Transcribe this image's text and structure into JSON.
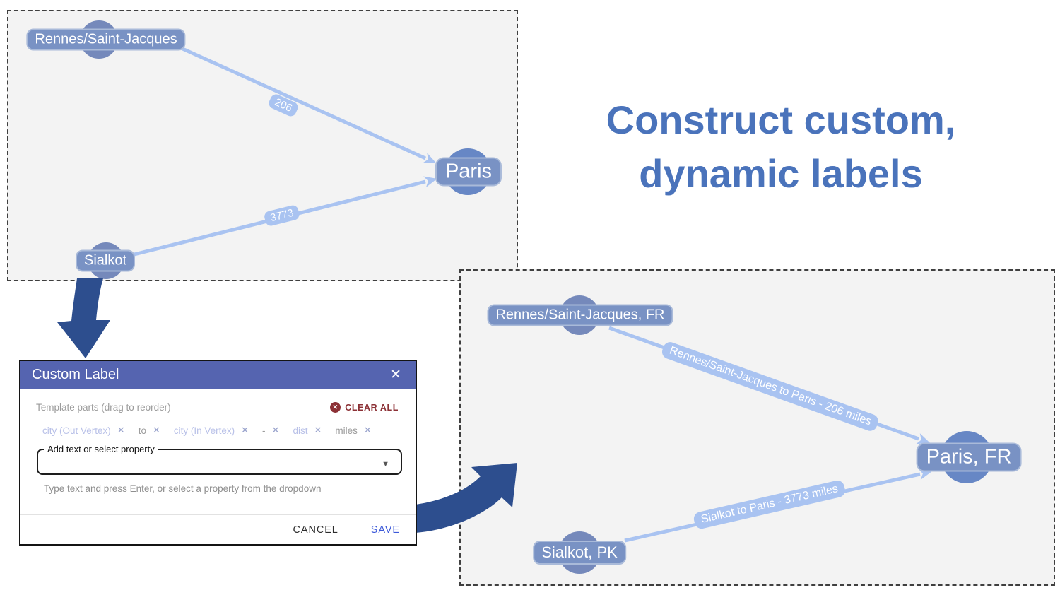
{
  "title": {
    "line1": "Construct custom,",
    "line2": "dynamic labels"
  },
  "graph_before": {
    "nodes": [
      {
        "id": "rennes",
        "label": "Rennes/Saint-Jacques"
      },
      {
        "id": "sialkot",
        "label": "Sialkot"
      },
      {
        "id": "paris",
        "label": "Paris"
      }
    ],
    "edge_labels": [
      {
        "from": "rennes",
        "to": "paris",
        "label": "206"
      },
      {
        "from": "sialkot",
        "to": "paris",
        "label": "3773"
      }
    ]
  },
  "graph_after": {
    "nodes": [
      {
        "id": "rennes",
        "label": "Rennes/Saint-Jacques, FR"
      },
      {
        "id": "sialkot",
        "label": "Sialkot, PK"
      },
      {
        "id": "paris",
        "label": "Paris, FR"
      }
    ],
    "edge_labels": [
      {
        "from": "rennes",
        "to": "paris",
        "label": "Rennes/Saint-Jacques to Paris - 206 miles"
      },
      {
        "from": "sialkot",
        "to": "paris",
        "label": "Sialkot to Paris - 3773 miles"
      }
    ]
  },
  "dialog": {
    "title": "Custom Label",
    "close_icon": "✕",
    "template_parts_label": "Template parts (drag to reorder)",
    "clear_all": {
      "label": "CLEAR ALL",
      "icon": "✕"
    },
    "remove_icon": "✕",
    "chips": [
      {
        "label": "city (Out Vertex)",
        "type": "property"
      },
      {
        "label": "to",
        "type": "text"
      },
      {
        "label": "city (In Vertex)",
        "type": "property"
      },
      {
        "label": "-",
        "type": "text"
      },
      {
        "label": "dist",
        "type": "property"
      },
      {
        "label": "miles",
        "type": "text"
      }
    ],
    "input": {
      "label": "Add text or select property",
      "value": "",
      "caret_icon": "▼"
    },
    "helper_text": "Type text and press Enter, or select a property from the dropdown",
    "cancel_label": "CANCEL",
    "save_label": "SAVE"
  },
  "colors": {
    "headline_blue": "#4a73bb",
    "flow_arrow_blue": "#2d4e8e",
    "dialog_header_indigo": "#5564b0",
    "clear_all_red": "#8c3136",
    "save_blue": "#3d5ad9",
    "edge_blue": "#a9c3f1",
    "node_pill_blue": "#7992c4",
    "node_circle_blue": "#6787c5",
    "panel_background": "#f3f3f3",
    "property_chip_text": "#b9c1e8"
  }
}
